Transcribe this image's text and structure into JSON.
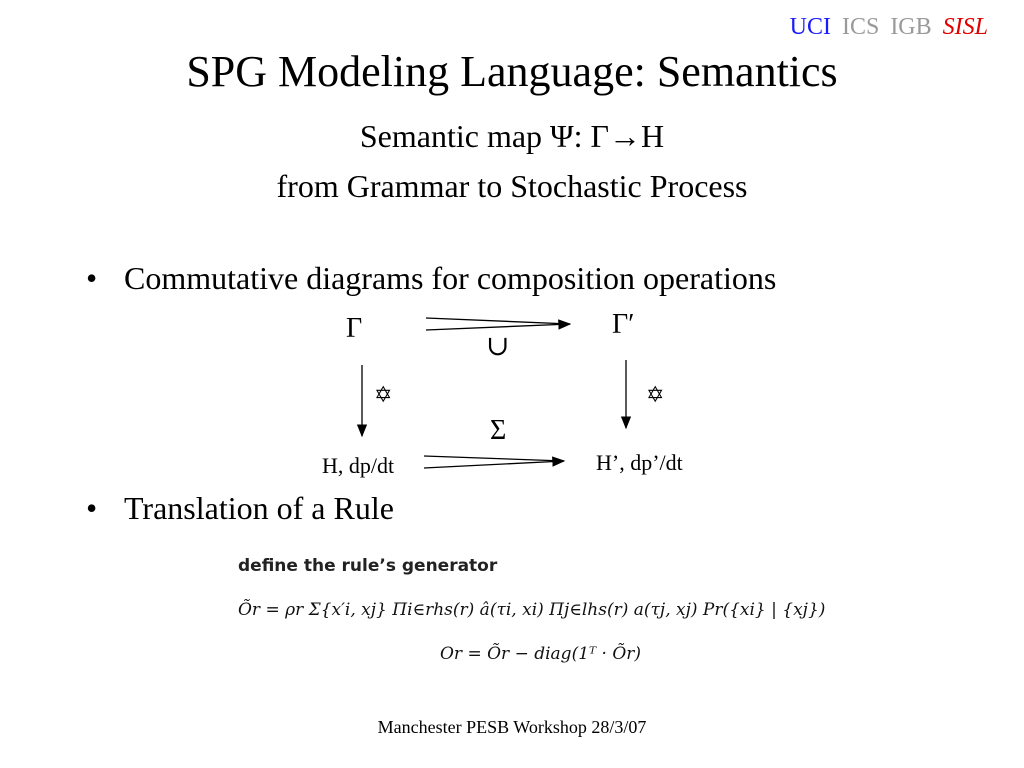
{
  "header": {
    "logos": [
      {
        "text": "UCI",
        "color": "#1a1aff"
      },
      {
        "text": "ICS",
        "color": "#9a9a9a"
      },
      {
        "text": "IGB",
        "color": "#9a9a9a"
      },
      {
        "text": "SISL",
        "color": "#e00000"
      }
    ]
  },
  "title": "SPG Modeling Language: Semantics",
  "subtitle": {
    "line1": "Semantic map Ψ: Γ→H",
    "line2": "from Grammar to Stochastic Process"
  },
  "bullets": [
    {
      "text": "Commutative diagrams for composition operations"
    },
    {
      "text": "Translation of a Rule"
    }
  ],
  "diagram": {
    "top_left": "Γ",
    "top_right": "Γ′",
    "top_op": "∪",
    "left_op": "✡",
    "right_op": "✡",
    "bottom_op": "Σ",
    "bottom_left": "H, dp/dt",
    "bottom_right": "H’, dp’/dt"
  },
  "formula": {
    "caption": "define the rule’s generator",
    "line1": "Õr = ρr Σ{x′i, xj} Πi∈rhs(r) â(τi, xi) Πj∈lhs(r) a(τj, xj) Pr({xi} | {xj})",
    "line2": "Or = Õr − diag(1ᵀ · Õr)"
  },
  "footer": "Manchester PESB Workshop 28/3/07"
}
